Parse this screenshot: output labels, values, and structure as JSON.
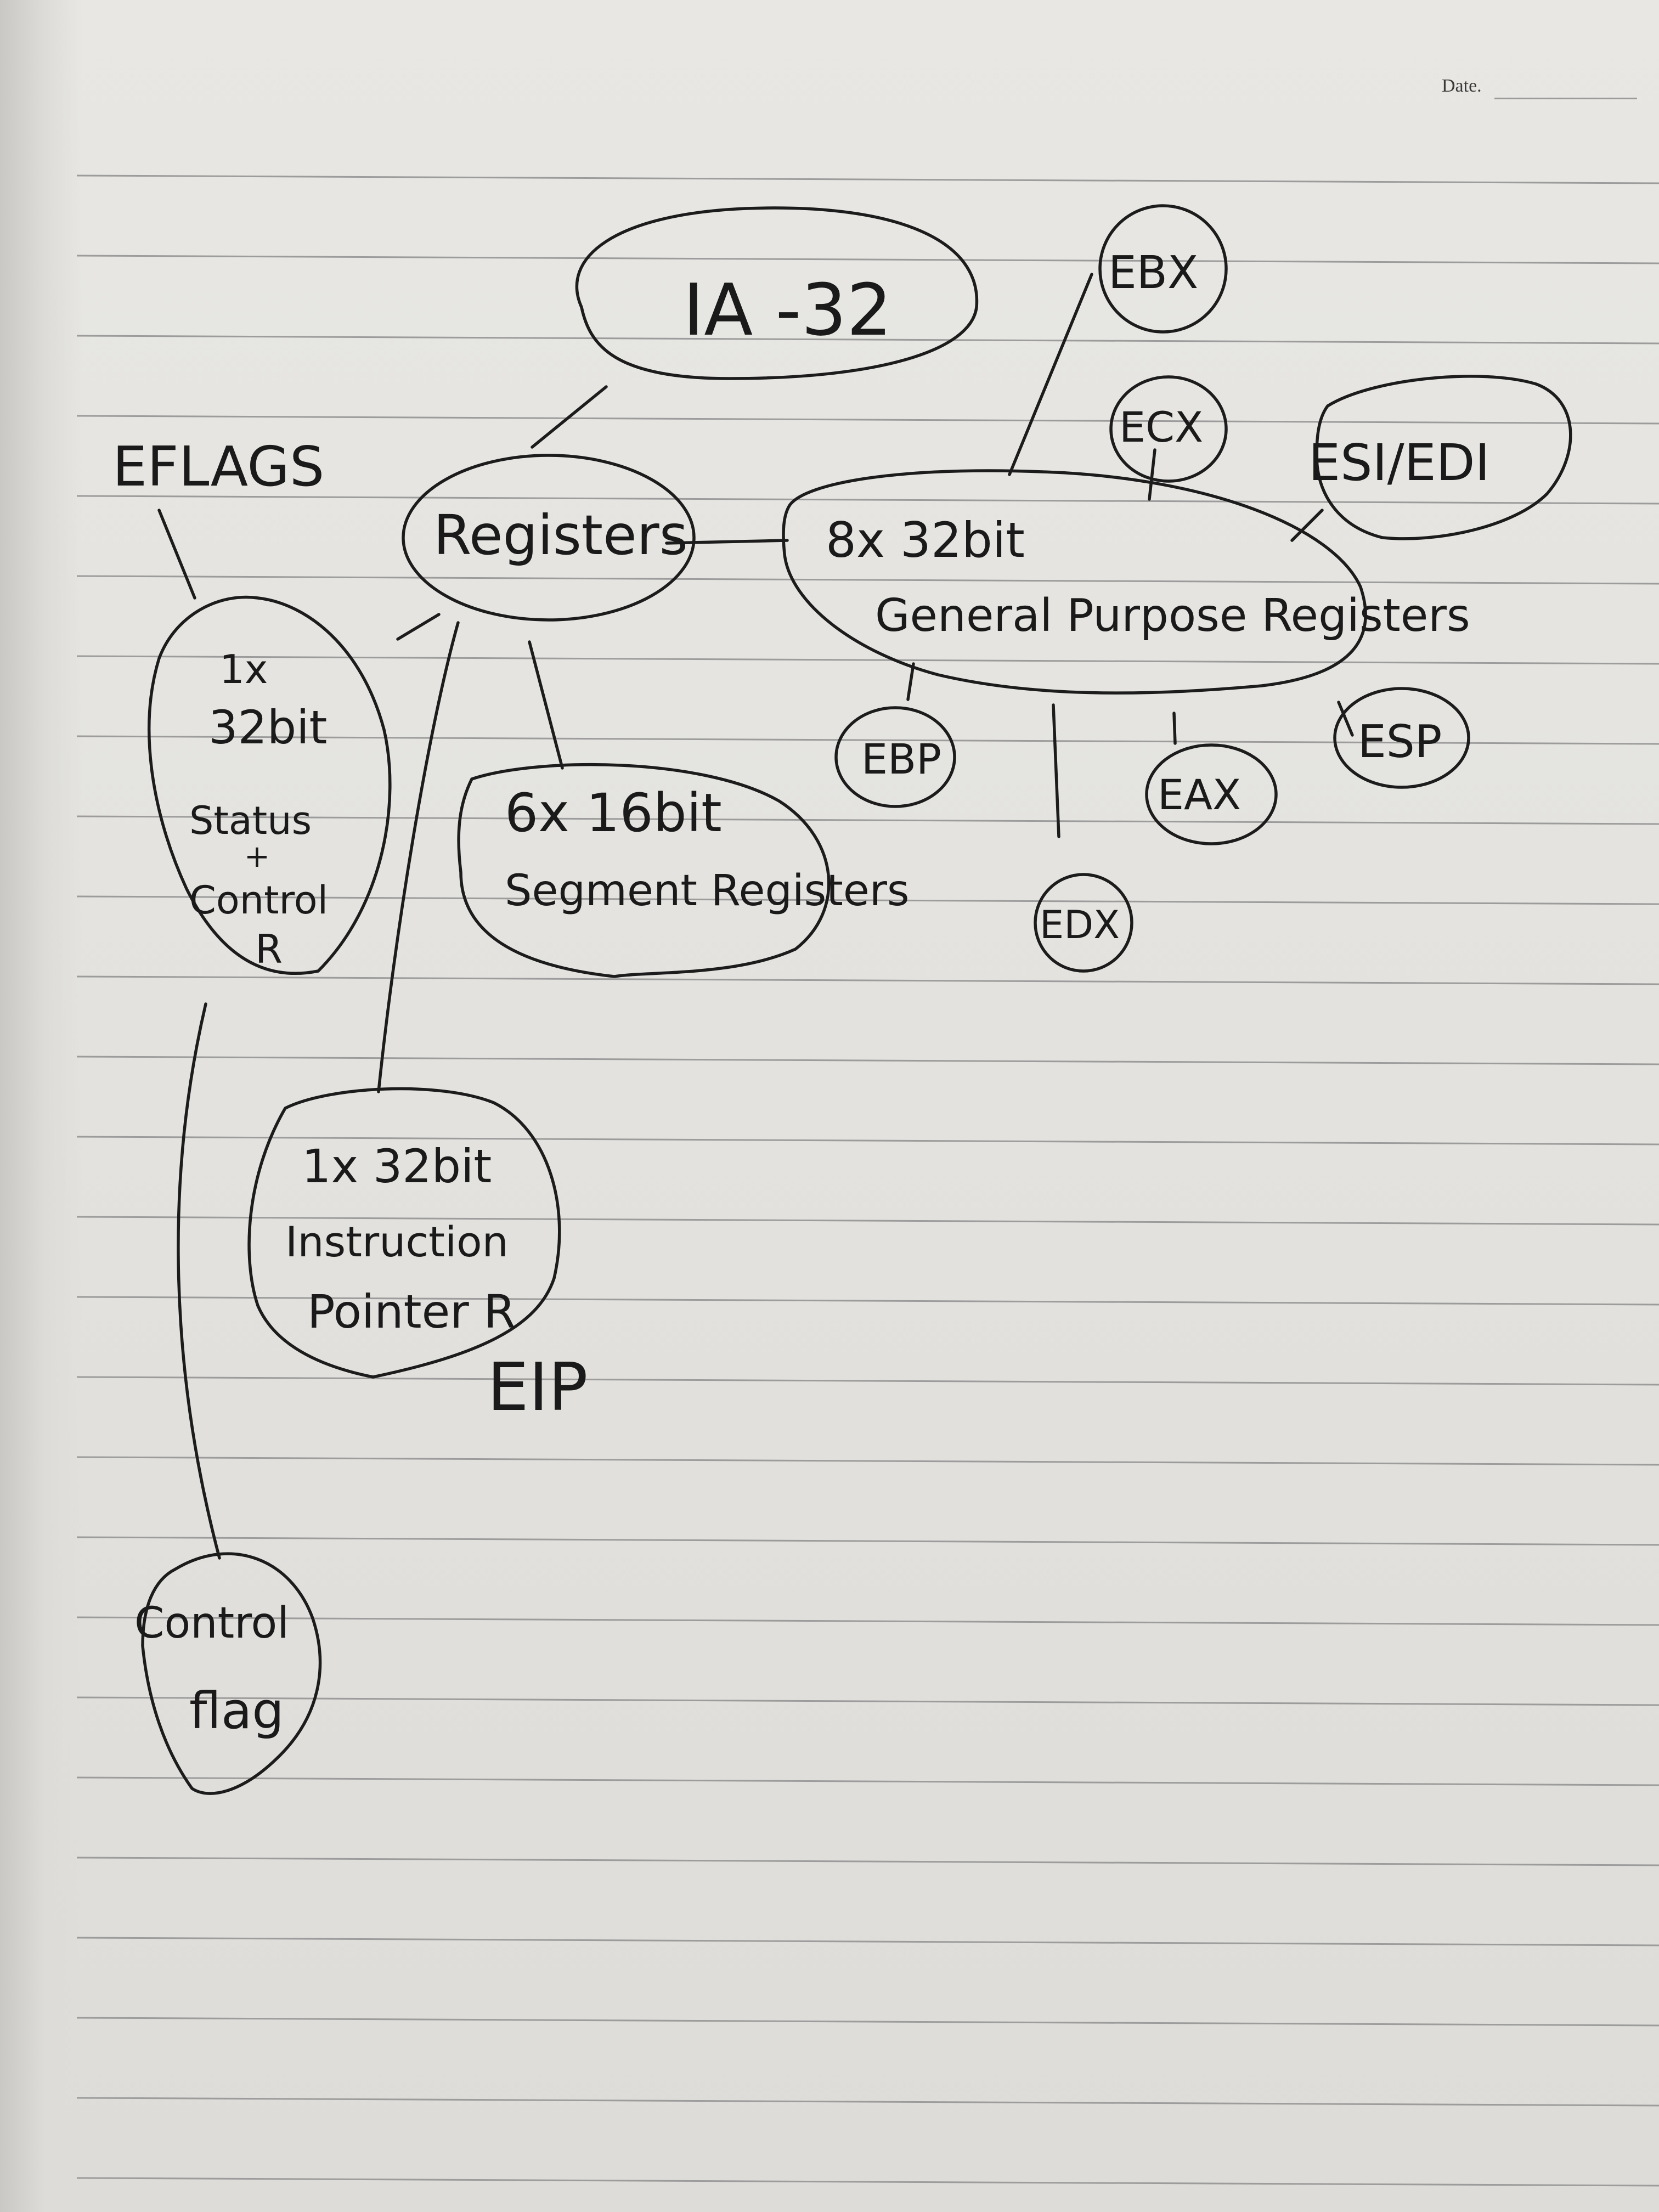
{
  "header": {
    "date_label": "Date."
  },
  "nodes": {
    "ia32": "IA -32",
    "registers": "Registers",
    "eflags": "EFLAGS",
    "status_control_1": "1x",
    "status_control_2": "32bit",
    "status_control_3": "Status",
    "status_control_4": "+",
    "status_control_5": "Control",
    "status_control_6": "R",
    "segment_1": "6x 16bit",
    "segment_2": "Segment Registers",
    "gpr_1": "8x 32bit",
    "gpr_2": "General Purpose Registers",
    "instruction_1": "1x 32bit",
    "instruction_2": "Instruction",
    "instruction_3": "Pointer R",
    "eip": "EIP",
    "control_flag_1": "Control",
    "control_flag_2": "flag",
    "ebx": "EBX",
    "ecx": "ECX",
    "esi_edi": "ESI/EDI",
    "ebp": "EBP",
    "eax": "EAX",
    "esp": "ESP",
    "edx": "EDX"
  },
  "style": {
    "ink_color": "#1c1c1c",
    "paper_color": "#e4e3df",
    "rule_color": "#9c9c9c"
  }
}
